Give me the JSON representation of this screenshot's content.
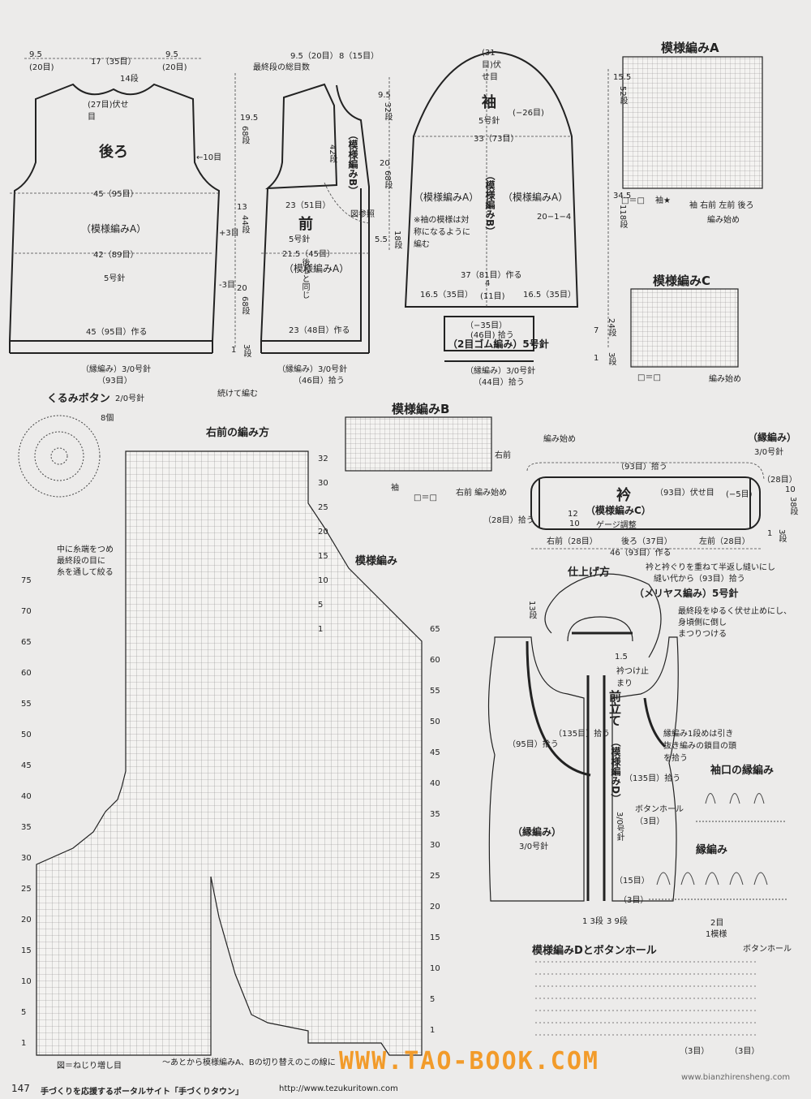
{
  "back_piece": {
    "title": "後ろ",
    "top_left_width": "9.5",
    "top_left_sts": "(20目)",
    "top_center": "17（35目）",
    "top_right_width": "9.5",
    "top_right_sts": "(20目)",
    "neck_rows": "14段",
    "bind_off": "(27目)伏せ目",
    "bust_width": "45（95目）",
    "pattern": "（模様編みA）",
    "waist_width": "42（89目）",
    "needle": "5号針",
    "hem_width": "45（95目）作る",
    "armhole_depth": "19.5",
    "armhole_rows": "68段",
    "mid_length": "13",
    "mid_rows": "44段",
    "lower_length": "20",
    "lower_rows": "68段",
    "border_length": "1",
    "border_rows": "3段",
    "armhole_decrease": "←10目",
    "side_inc": "+3目",
    "side_dec": "-3目",
    "border": "（縁編み）3/0号針",
    "border_pickup": "（93目）"
  },
  "front_piece": {
    "title": "前",
    "top_sts_a": "9.5（20目）",
    "top_sts_b": "8（15目）",
    "neck_note": "最終段の総目数",
    "pattern_b": "（模様編みB）",
    "rows_42": "42段",
    "chart_ref": "図参照",
    "width_23": "23（51目）",
    "needle": "5号針",
    "width_215": "21.5（45目）",
    "pattern_a": "（模様編みA）",
    "same_as_back": "後ろと同じ",
    "hem_width": "23（48目）作る",
    "border": "（縁編み）3/0号針",
    "border_pickup": "（46目）拾う",
    "continue_note": "続けて編む",
    "dim_95": "9.5",
    "dim_32": "32段",
    "dim_20": "20",
    "dim_68": "68段",
    "dim_55": "5.5",
    "dim_18": "18段"
  },
  "sleeve_piece": {
    "title": "袖",
    "cap_rows": "(31目)伏せ目",
    "needle": "5号針",
    "cap_dec": "(−26目)",
    "width": "33（73目）",
    "pattern_a_left": "（模様編みA）",
    "pattern_b": "（模様編みB）",
    "pattern_a_right": "（模様編みA）",
    "symmetry_note": "※袖の模様は対称になるように編む",
    "bottom_width": "37（81目）作る",
    "left_16": "16.5（35目）",
    "center_4": "4",
    "center_11": "(11目)",
    "right_16": "16.5（35目）",
    "rib_dec": "（−35目）",
    "rib_pickup": "(46目) 拾う",
    "rib": "（2目ゴム編み）5号針",
    "border": "（縁編み）3/0号針",
    "border_pickup": "（44目）拾う",
    "cap_height": "15.5",
    "cap_rows_52": "52段",
    "body_height": "34.5",
    "body_rows": "118段",
    "inc_note": "20−1−4",
    "rib_height": "7",
    "rib_rows": "24段",
    "border_h": "1",
    "border_rows": "3段"
  },
  "pattern_a_chart": {
    "title": "模様編みA",
    "footer_left": "□＝□",
    "footer_sleeve": "袖★",
    "footer_right": "袖 右前 左前 後ろ",
    "start": "編み始め"
  },
  "pattern_c_chart": {
    "title": "模様編みC",
    "footer_left": "□＝□",
    "start": "編み始め"
  },
  "button": {
    "title": "くるみボタン",
    "needle": "2/0号針",
    "count": "8個",
    "note1": "中に糸端をつめ",
    "note2": "最終段の目に",
    "note3": "糸を通して絞る"
  },
  "right_front_chart": {
    "title": "右前の編み方",
    "pattern_label": "模様編み",
    "legend": "図＝ねじり増し目",
    "note": "〜あとから模様編みA、Bの切り替えのこの線に",
    "row_numbers_right": [
      "32",
      "30",
      "25",
      "20",
      "15",
      "10",
      "5",
      "1",
      "65",
      "60",
      "55",
      "50",
      "45",
      "40",
      "35",
      "30",
      "25",
      "20",
      "15",
      "10",
      "5",
      "1"
    ],
    "row_numbers_left": [
      "75",
      "70",
      "65",
      "60",
      "55",
      "50",
      "45",
      "40",
      "35",
      "30",
      "25",
      "20",
      "15",
      "10",
      "5",
      "1"
    ]
  },
  "pattern_b_chart": {
    "title": "模様編みB",
    "right_front": "右前",
    "sleeve_lbl": "袖",
    "right_start": "右前 編み始め",
    "start": "編み始め",
    "legend": "□＝□"
  },
  "collar": {
    "title": "衿",
    "pattern": "（模様編みC）",
    "gauge": "ゲージ調整",
    "border": "（縁編み）",
    "border_needle": "3/0号針",
    "top_pickup": "（93目）拾う",
    "bind_off": "（93目）伏せ目",
    "minus5": "(−5目)",
    "left_28": "（28目）拾う",
    "right_28": "（28目）",
    "bottom_right": "右前（28目）",
    "bottom_back": "後ろ（37目）",
    "bottom_left": "左前（28目）",
    "width": "46（93目）作る",
    "h10": "10",
    "h38": "38段",
    "h12": "12",
    "h10b": "10",
    "h1": "1",
    "h3": "3段"
  },
  "finishing": {
    "title": "仕上げ方",
    "note1": "衿と衿ぐりを重ねて半返し縫いにし",
    "note2": "縫い代から（93目）拾う",
    "stockinette": "（メリヤス編み）5号針",
    "note3": "最終段をゆるく伏せ止めにし、",
    "note4": "身頃側に倒し",
    "note5": "まつりつける",
    "rows13": "13段",
    "dim15": "1.5",
    "collar_stop": "衿つけ止まり",
    "front_band": "前立て",
    "front_band_pattern": "（模様編みD）",
    "pickup135a": "（135目）拾う",
    "pickup135b": "（135目）拾う",
    "pickup95": "（95目）拾う",
    "adjust": "縁編み1段めは引き抜き編みの鎖目の頭を拾う",
    "buttonhole": "ボタンホール（3目）",
    "border": "（縁編み）",
    "border_needle": "3/0号針",
    "needle30": "3/0号針",
    "sts15": "（15目）",
    "sts3": "（3目）",
    "bottom13": "1 3段",
    "bottom39": "3 9段"
  },
  "cuff_border": {
    "title": "袖口の縁編み",
    "border_title": "縁編み",
    "repeat": "2目",
    "repeat_note": "1模様"
  },
  "pattern_d": {
    "title": "模様編みDとボタンホール",
    "buttonhole_lbl": "ボタンホール",
    "sts3a": "（3目）",
    "sts3b": "（3目）"
  },
  "footer": {
    "page_number": "147",
    "text": "手づくりを応援するポータルサイト「手づくりタウン」",
    "url": "http://www.tezukuritown.com"
  },
  "watermark": {
    "text": "WWW.TAO-BOOK.COM",
    "site": "www.bianzhirensheng.com"
  }
}
